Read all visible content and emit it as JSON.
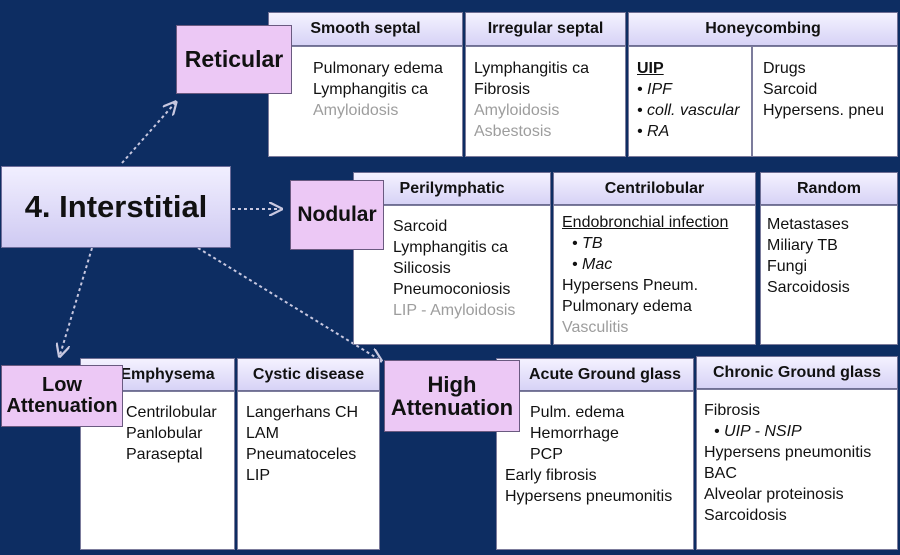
{
  "main_title": "4. Interstitial",
  "reticular": {
    "tag": "Reticular",
    "smooth_septal": {
      "header": "Smooth septal",
      "items": [
        "Pulmonary edema",
        "Lymphangitis ca",
        "Amyloidosis"
      ]
    },
    "irregular_septal": {
      "header": "Irregular septal",
      "items": [
        "Lymphangitis ca",
        "Fibrosis",
        "Amyloidosis",
        "Asbestosis"
      ]
    },
    "honeycombing": {
      "header": "Honeycombing",
      "left_title": "UIP",
      "left_items": [
        "• IPF",
        "• coll. vascular",
        "• RA"
      ],
      "right_items": [
        "Drugs",
        "Sarcoid",
        "Hypersens. pneu"
      ]
    }
  },
  "nodular": {
    "tag": "Nodular",
    "perilymphatic": {
      "header": "Perilymphatic",
      "items": [
        "Sarcoid",
        "Lymphangitis ca",
        "Silicosis",
        "Pneumoconiosis",
        "LIP - Amyloidosis"
      ]
    },
    "centrilobular": {
      "header": "Centrilobular",
      "infection_title": "Endobronchial infection",
      "infection_items": [
        "• TB",
        "• Mac"
      ],
      "items": [
        "Hypersens Pneum.",
        "Pulmonary edema",
        "Vasculitis"
      ]
    },
    "random": {
      "header": "Random",
      "items": [
        "Metastases",
        "Miliary TB",
        "Fungi",
        "Sarcoidosis"
      ]
    }
  },
  "low_attenuation": {
    "tag_line1": "Low",
    "tag_line2": "Attenuation",
    "emphysema": {
      "header": "Emphysema",
      "items": [
        "Centrilobular",
        "Panlobular",
        "Paraseptal"
      ]
    },
    "cystic": {
      "header": "Cystic disease",
      "items": [
        "Langerhans CH",
        "LAM",
        "Pneumatoceles",
        "LIP"
      ]
    }
  },
  "high_attenuation": {
    "tag_line1": "High",
    "tag_line2": "Attenuation",
    "acute": {
      "header": "Acute Ground glass",
      "items": [
        "Pulm. edema",
        "Hemorrhage",
        "PCP"
      ],
      "items_outdented": [
        "Early fibrosis",
        "Hypersens pneumonitis"
      ]
    },
    "chronic": {
      "header": "Chronic Ground glass",
      "first": "Fibrosis",
      "sub": "• UIP - NSIP",
      "items": [
        "Hypersens pneumonitis",
        "BAC",
        "Alveolar proteinosis",
        "Sarcoidosis"
      ]
    }
  }
}
